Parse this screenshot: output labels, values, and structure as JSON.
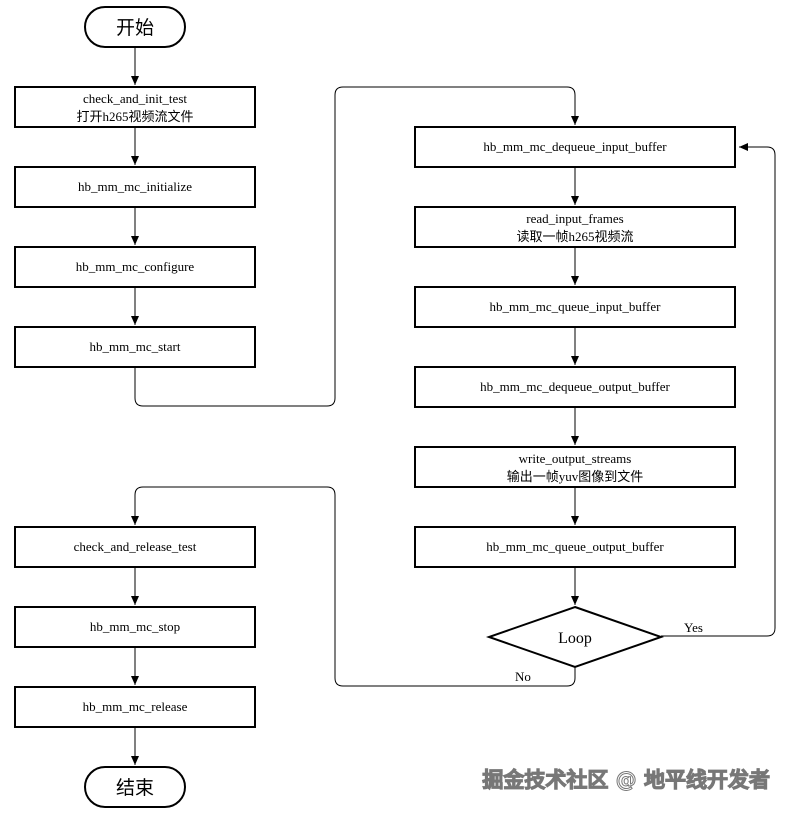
{
  "nodes": {
    "start": {
      "label": "开始"
    },
    "check_init": {
      "line1": "check_and_init_test",
      "line2": "打开h265视频流文件"
    },
    "initialize": {
      "label": "hb_mm_mc_initialize"
    },
    "configure": {
      "label": "hb_mm_mc_configure"
    },
    "start_call": {
      "label": "hb_mm_mc_start"
    },
    "dequeue_input": {
      "label": "hb_mm_mc_dequeue_input_buffer"
    },
    "read_input": {
      "line1": "read_input_frames",
      "line2": "读取一帧h265视频流"
    },
    "queue_input": {
      "label": "hb_mm_mc_queue_input_buffer"
    },
    "dequeue_output": {
      "label": "hb_mm_mc_dequeue_output_buffer"
    },
    "write_output": {
      "line1": "write_output_streams",
      "line2": "输出一帧yuv图像到文件"
    },
    "queue_output": {
      "label": "hb_mm_mc_queue_output_buffer"
    },
    "loop": {
      "label": "Loop"
    },
    "check_release": {
      "label": "check_and_release_test"
    },
    "stop": {
      "label": "hb_mm_mc_stop"
    },
    "release": {
      "label": "hb_mm_mc_release"
    },
    "end": {
      "label": "结束"
    }
  },
  "edges": {
    "yes": "Yes",
    "no": "No"
  },
  "watermark": "掘金技术社区 @ 地平线开发者"
}
